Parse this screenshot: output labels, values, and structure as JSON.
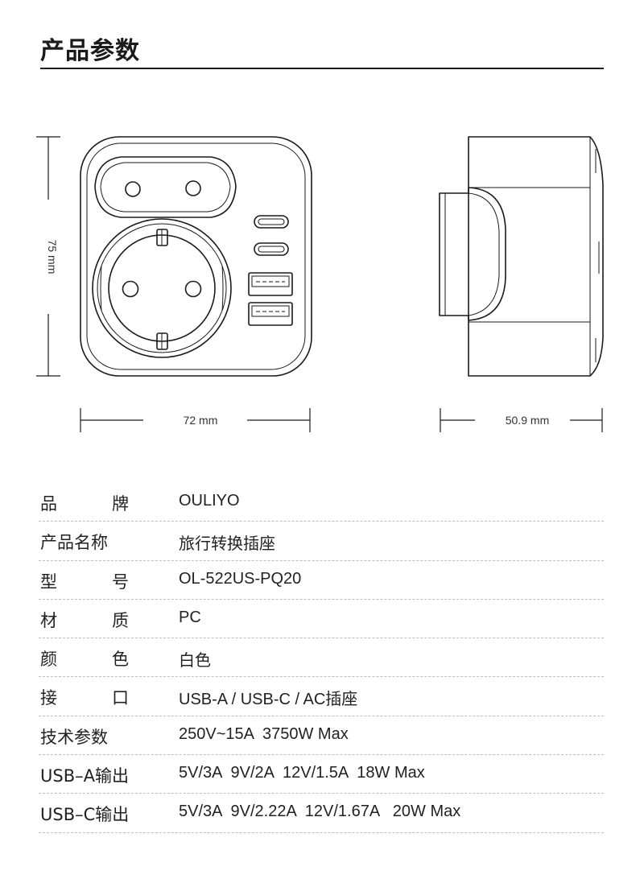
{
  "header": {
    "title": "产品参数"
  },
  "dimensions": {
    "height": "75 mm",
    "width": "72 mm",
    "depth": "50.9 mm"
  },
  "specs": [
    {
      "label": "品牌",
      "value": "OULIYO"
    },
    {
      "label": "产品名称",
      "value": "旅行转换插座"
    },
    {
      "label": "型号",
      "value": "OL-522US-PQ20"
    },
    {
      "label": "材质",
      "value": "PC"
    },
    {
      "label": "颜色",
      "value": "白色"
    },
    {
      "label": "接口",
      "value": "USB-A / USB-C / AC插座"
    },
    {
      "label": "技术参数",
      "value": "250V~15A  3750W Max"
    },
    {
      "label": "USB–A输出",
      "value": "5V/3A  9V/2A  12V/1.5A  18W Max"
    },
    {
      "label": "USB–C输出",
      "value": "5V/3A  9V/2.22A  12V/1.67A   20W Max"
    }
  ],
  "colors": {
    "line": "#1a1a1a",
    "divider": "#bdbdbd"
  }
}
